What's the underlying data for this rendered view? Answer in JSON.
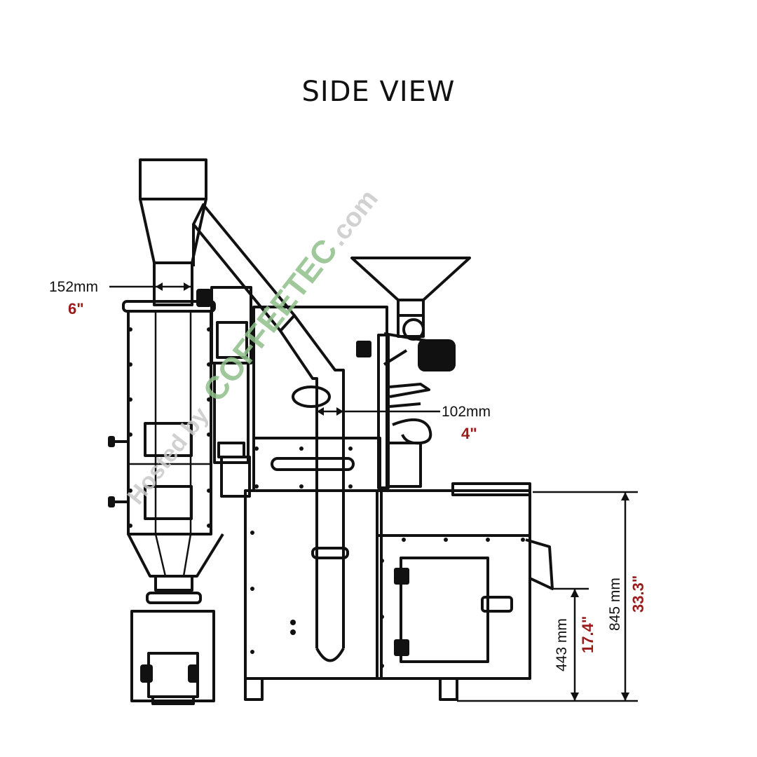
{
  "title": "SIDE VIEW",
  "colors": {
    "line": "#111111",
    "imperial_dimension": "#9b1b1b",
    "watermark": "#8fbf8a",
    "watermark_gray": "#c9c9c9"
  },
  "watermark": {
    "prefix": "Hosted by",
    "brand": "COFFEETEC",
    "suffix": ".com"
  },
  "dimensions": {
    "exhaust_pipe": {
      "metric": "152mm",
      "imperial": "6\""
    },
    "chaff_pipe": {
      "metric": "102mm",
      "imperial": "4\""
    },
    "discharge_height": {
      "metric": "443 mm",
      "imperial": "17.4\""
    },
    "total_height": {
      "metric": "845 mm",
      "imperial": "33.3\""
    }
  }
}
